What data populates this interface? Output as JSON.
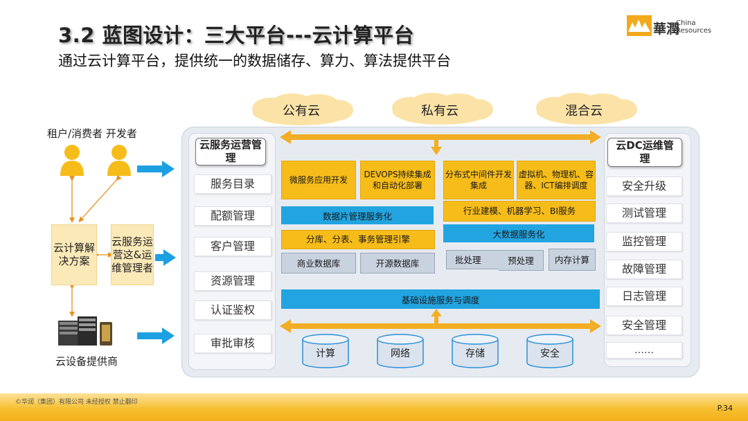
{
  "title": "3.2 蓝图设计：三大平台---云计算平台",
  "subtitle": "通过云计算平台，提供统一的数据储存、算力、算法提供平台",
  "logo": {
    "cn": "華潤",
    "en_line1": "China",
    "en_line2": "Resources"
  },
  "clouds": [
    "公有云",
    "私有云",
    "混合云"
  ],
  "actors": {
    "tenants_label": "租户/消费者 开发者",
    "cloud_solution": "云计算解决方案",
    "operator": "云服务运营这&运维管理者",
    "device_provider": "云设备提供商"
  },
  "left_panel": {
    "header": "云服务运营管理",
    "items": [
      "服务目录",
      "配额管理",
      "客户管理",
      "资源管理",
      "认证鉴权",
      "审批审核"
    ]
  },
  "right_panel": {
    "header": "云DC运维管理",
    "items": [
      "安全升级",
      "测试管理",
      "监控管理",
      "故障管理",
      "日志管理",
      "安全管理",
      "……"
    ]
  },
  "center": {
    "microservice": "微服务应用开发",
    "devops": "DEVOPS持续集成和自动化部署",
    "data_sharding": "数据片管理服务化",
    "db_split": "分库、分表、事务管理引擎",
    "commercial_db": "商业数据库",
    "open_db": "开源数据库",
    "middleware": "分布式中间件开发集成",
    "vm": "虚拟机、物理机、容器、ICT编排调度",
    "ai_services": "行业建模、机器学习、BI服务",
    "bigdata": "大数据服务化",
    "batch": "批处理",
    "preprocess": "预处理",
    "in_memory": "内存计算",
    "infra": "基础设施服务与调度",
    "resources": [
      "计算",
      "网络",
      "存储",
      "安全"
    ]
  },
  "footer": {
    "copyright": "©华润（集团）有限公司 未经授权 禁止翻印",
    "page": "P.34"
  },
  "colors": {
    "yellow": "#f6bc1a",
    "blue": "#22a4e0",
    "gray": "#c9d2df",
    "arrow_blue": "#1da0e2",
    "arrow_orange": "#f2ae24"
  }
}
